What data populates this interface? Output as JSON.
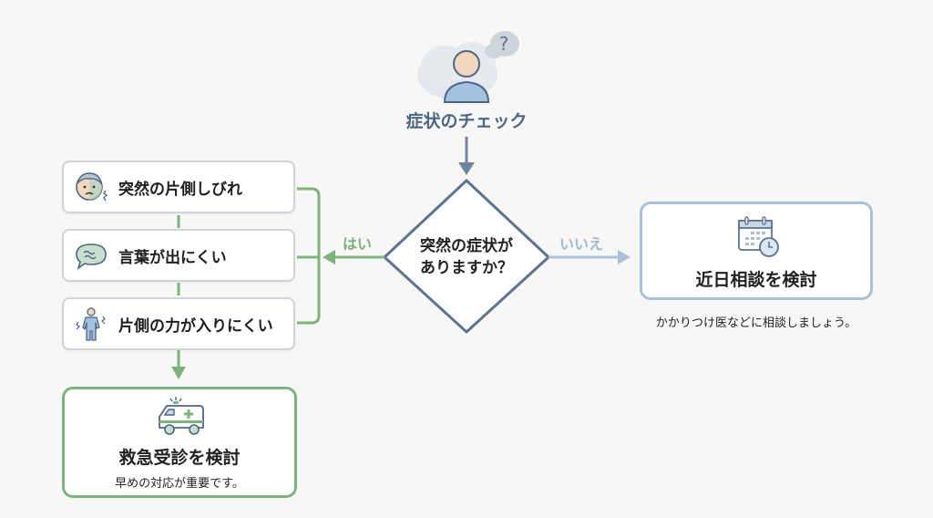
{
  "start": {
    "icon": "person-thinking-icon",
    "label": "症状のチェック"
  },
  "decision": {
    "question_line1": "突然の症状が",
    "question_line2": "ありますか？",
    "yes_label": "はい",
    "no_label": "いいえ"
  },
  "symptoms": [
    {
      "icon": "numb-face-icon",
      "label": "突然の片側しびれ"
    },
    {
      "icon": "speech-bubble-icon",
      "label": "言葉が出にくい"
    },
    {
      "icon": "weak-body-icon",
      "label": "片側の力が入りにくい"
    }
  ],
  "yes_result": {
    "icon": "ambulance-icon",
    "title": "救急受診を検討",
    "subtitle": "早めの対応が重要です。"
  },
  "no_result": {
    "icon": "calendar-clock-icon",
    "title": "近日相談を検討",
    "note": "かかりつけ医などに相談しましょう。"
  },
  "colors": {
    "yes": "#7fb37c",
    "no": "#a9c1dc",
    "neutral": "#5b7492"
  }
}
